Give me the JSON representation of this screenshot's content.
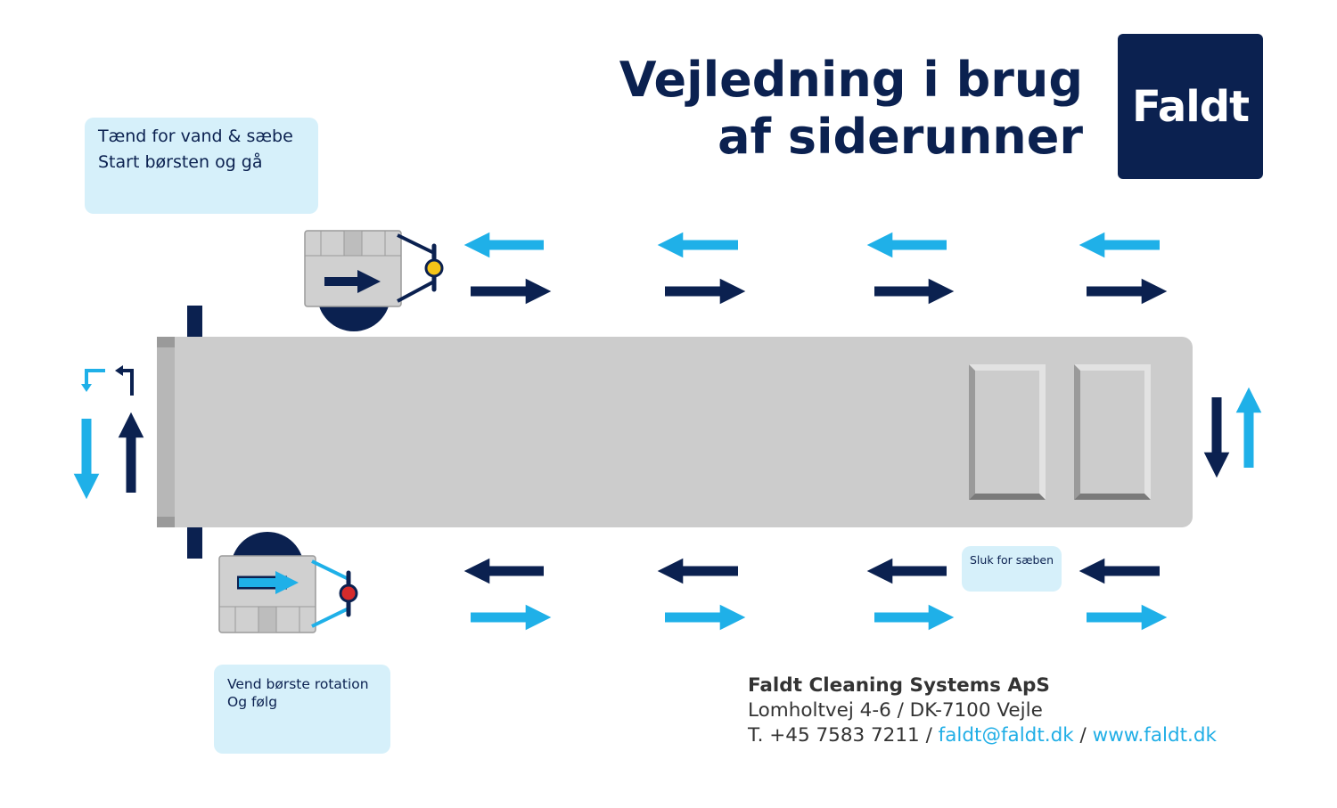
{
  "title": {
    "line1": "Vejledning i brug",
    "line2": "af siderunner"
  },
  "logo": {
    "text": "Faldt"
  },
  "instructions": {
    "start": {
      "line1": "Tænd for vand & sæbe",
      "line2": "Start børsten og gå"
    },
    "reverse": {
      "line1": "Vend børste rotation",
      "line2": "Og følg"
    },
    "soap_off": {
      "line1": "Sluk for sæben"
    }
  },
  "company": {
    "name": "Faldt Cleaning Systems ApS",
    "address": "Lomholtvej 4-6 / DK-7100 Vejle",
    "phone": "T. +45 7583 7211",
    "separator": "/",
    "email": "faldt@faldt.dk",
    "website": "www.faldt.dk"
  },
  "colors": {
    "navy": "#0b2150",
    "light_blue": "#1fb0e8",
    "box_bg": "#d6f0fa",
    "truck_body": "#cccccc",
    "yellow_indicator": "#f5c518",
    "red_indicator": "#d62b2b"
  }
}
